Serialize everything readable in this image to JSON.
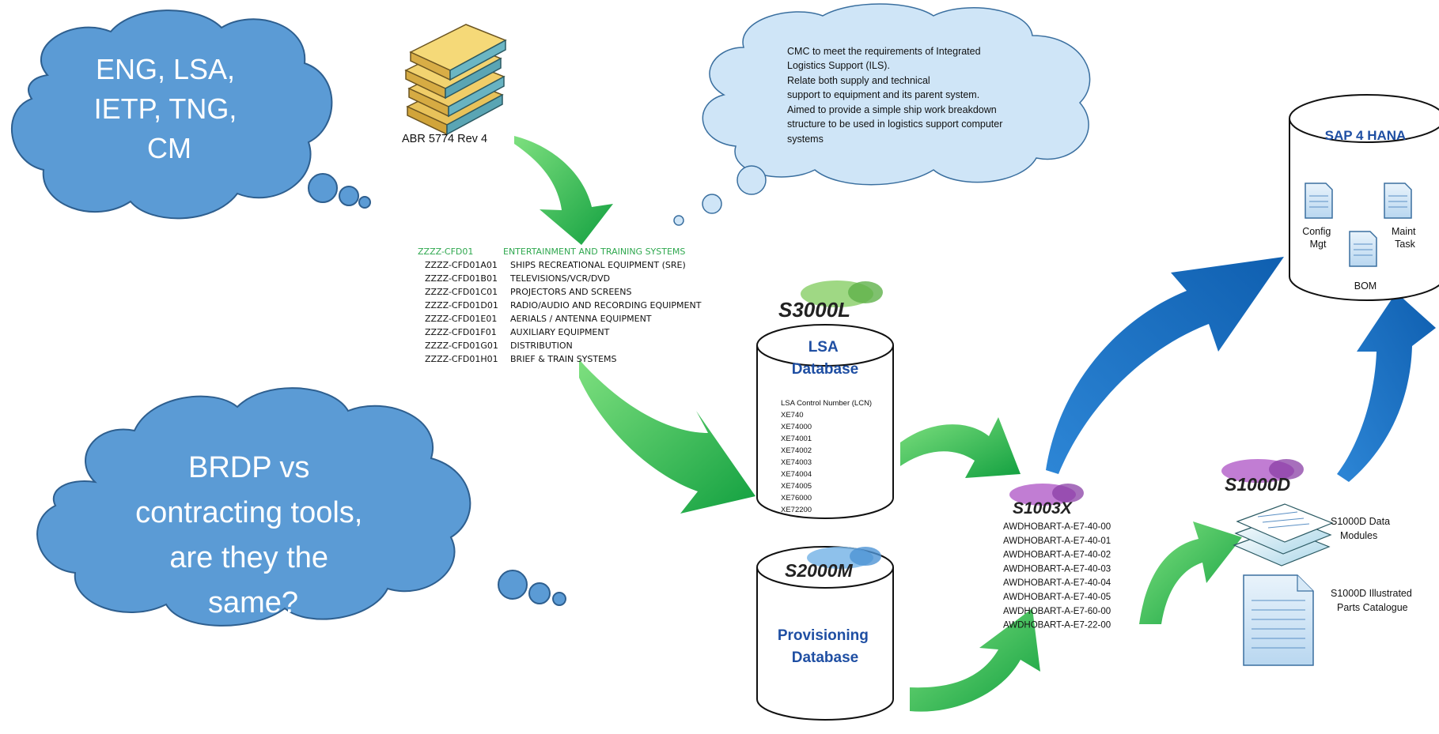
{
  "clouds": {
    "top_left": {
      "lines": [
        "ENG, LSA,",
        "IETP, TNG,",
        "CM"
      ]
    },
    "bottom_left": {
      "lines": [
        "BRDP vs",
        "contracting tools,",
        "are they the",
        "same?"
      ]
    },
    "top_note": {
      "lines": [
        "CMC to meet the requirements of Integrated",
        "Logistics Support (ILS).",
        "Relate both supply and technical",
        "support to equipment and its parent system.",
        "Aimed to provide a simple ship work breakdown",
        "structure to be used in logistics support computer",
        "systems"
      ]
    }
  },
  "books": {
    "caption": "ABR 5774 Rev 4",
    "icon": "books-icon"
  },
  "cfd_list": {
    "header": {
      "code": "ZZZZ-CFD01",
      "name": "ENTERTAINMENT AND TRAINING SYSTEMS"
    },
    "items": [
      {
        "code": "ZZZZ-CFD01A01",
        "name": "SHIPS RECREATIONAL EQUIPMENT (SRE)"
      },
      {
        "code": "ZZZZ-CFD01B01",
        "name": "TELEVISIONS/VCR/DVD"
      },
      {
        "code": "ZZZZ-CFD01C01",
        "name": "PROJECTORS AND SCREENS"
      },
      {
        "code": "ZZZZ-CFD01D01",
        "name": "RADIO/AUDIO AND RECORDING EQUIPMENT"
      },
      {
        "code": "ZZZZ-CFD01E01",
        "name": "AERIALS / ANTENNA EQUIPMENT"
      },
      {
        "code": "ZZZZ-CFD01F01",
        "name": "AUXILIARY EQUIPMENT"
      },
      {
        "code": "ZZZZ-CFD01G01",
        "name": "DISTRIBUTION"
      },
      {
        "code": "ZZZZ-CFD01H01",
        "name": "BRIEF & TRAIN SYSTEMS"
      }
    ]
  },
  "lsa_db": {
    "logo": "S3000L",
    "title": [
      "LSA",
      "Database"
    ],
    "items": [
      "LSA Control Number (LCN)",
      "XE740",
      "XE74000",
      "XE74001",
      "XE74002",
      "XE74003",
      "XE74004",
      "XE74005",
      "XE76000",
      "XE72200"
    ]
  },
  "prov_db": {
    "logo": "S2000M",
    "title": [
      "Provisioning",
      "Database"
    ]
  },
  "s1003x": {
    "logo": "S1003X",
    "items": [
      "AWDHOBART-A-E7-40-00",
      "AWDHOBART-A-E7-40-01",
      "AWDHOBART-A-E7-40-02",
      "AWDHOBART-A-E7-40-03",
      "AWDHOBART-A-E7-40-04",
      "AWDHOBART-A-E7-40-05",
      "AWDHOBART-A-E7-60-00",
      "AWDHOBART-A-E7-22-00"
    ]
  },
  "sap": {
    "title": "SAP 4 HANA",
    "docs": [
      {
        "label": [
          "Config",
          "Mgt"
        ]
      },
      {
        "label": [
          "Maint",
          "Task"
        ]
      },
      {
        "label": [
          "BOM"
        ]
      }
    ]
  },
  "s1000d": {
    "logo": "S1000D",
    "data_modules": [
      "S1000D Data",
      "Modules"
    ],
    "ipc": [
      "S1000D Illustrated",
      "Parts Catalogue"
    ]
  },
  "colors": {
    "cloud_blue": "#5b9bd5",
    "cloud_light": "#cfe5f7",
    "arrow_green": "#1fb04b",
    "arrow_blue": "#1a73c5",
    "title_blue": "#1f4fa3",
    "cfd_green": "#2fa84f"
  }
}
